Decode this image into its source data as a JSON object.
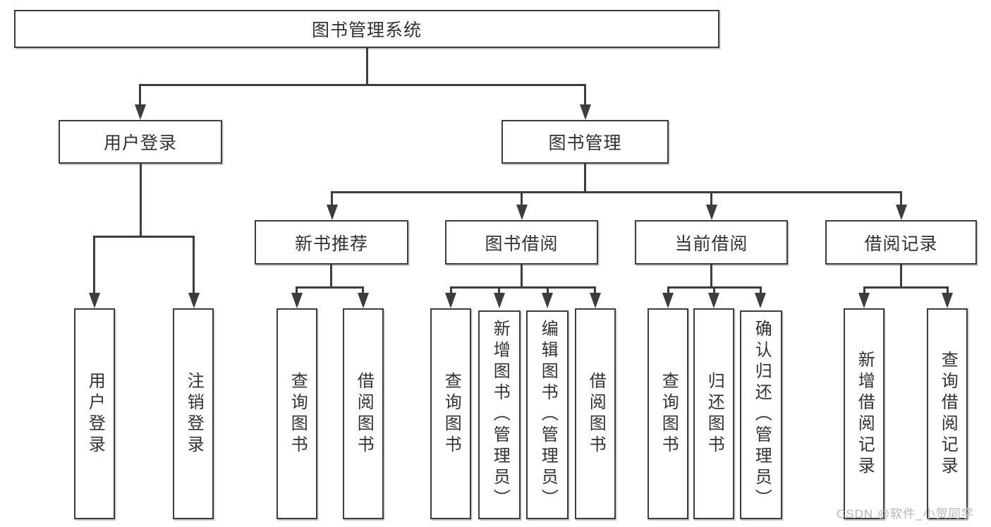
{
  "diagram": {
    "type": "hierarchy-flowchart",
    "colors": {
      "line": "#3d3d3d",
      "box_border": "#3d3d3d",
      "box_fill": "#ffffff",
      "text": "#323232",
      "watermark": "#b2b6bd",
      "background": "#ffffff"
    },
    "tree": {
      "root": "图书管理系统",
      "level1": [
        {
          "label": "用户登录",
          "children": [
            "用户登录",
            "注销登录"
          ]
        },
        {
          "label": "图书管理"
        }
      ],
      "level2": [
        {
          "label": "新书推荐",
          "children": [
            "查询图书",
            "借阅图书"
          ]
        },
        {
          "label": "图书借阅",
          "children": [
            "查询图书",
            "新增图书（管理员）",
            "编辑图书（管理员）",
            "借阅图书"
          ]
        },
        {
          "label": "当前借阅",
          "children": [
            "查询图书",
            "归还图书",
            "确认归还（管理员）"
          ]
        },
        {
          "label": "借阅记录",
          "children": [
            "新增借阅记录",
            "查询借阅记录"
          ]
        }
      ]
    },
    "watermark": "CSDN @软件_小贺同学"
  }
}
